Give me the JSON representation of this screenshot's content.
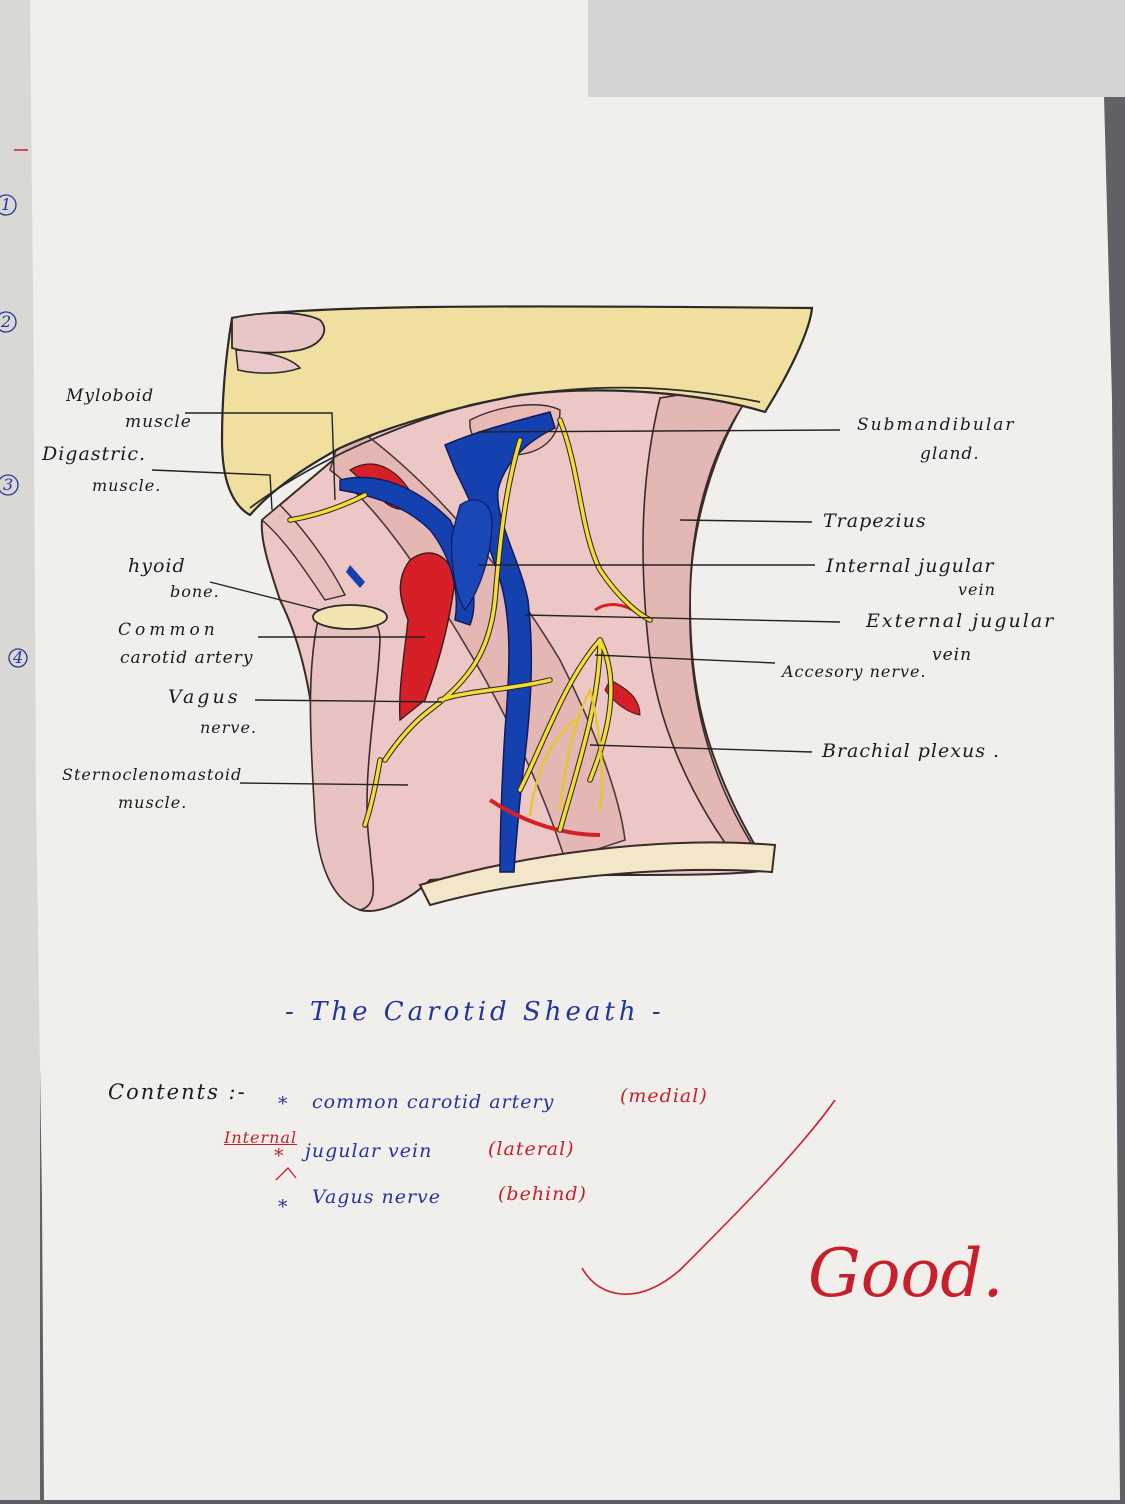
{
  "diagram": {
    "labels_left": {
      "mylohoid_1": "Myloboid",
      "mylohoid_2": "muscle",
      "digastric_1": "Digastric.",
      "digastric_2": "muscle.",
      "hyoid_1": "hyoid",
      "hyoid_2": "bone.",
      "carotid_1": "Common",
      "carotid_2": "carotid artery",
      "vagus_1": "Vagus",
      "vagus_2": "nerve.",
      "scm_1": "Sternoclenomastoid",
      "scm_2": "muscle."
    },
    "labels_right": {
      "submandibular_1": "Submandibular",
      "submandibular_2": "gland.",
      "trapezius": "Trapezius",
      "ijv_1": "Internal jugular",
      "ijv_2": "vein",
      "ejv_1": "External jugular",
      "ejv_2": "vein",
      "accessory": "Accesory nerve.",
      "brachial": "Brachial plexus ."
    }
  },
  "notes": {
    "title": "- The Carotid Sheath -",
    "contents_label": "Contents :-",
    "items": [
      {
        "bullet": "*",
        "prefix": "",
        "text": "common carotid artery",
        "detail": "(medial)"
      },
      {
        "bullet": "*",
        "prefix": "Internal",
        "text": "jugular vein",
        "detail": "(lateral)"
      },
      {
        "bullet": "*",
        "prefix": "",
        "text": "Vagus nerve",
        "detail": "(behind)"
      }
    ],
    "grade": "Good."
  },
  "margin_numbers": [
    "1",
    "2",
    "3",
    "4"
  ],
  "colors": {
    "paper": "#f1f0ee",
    "ink_blue": "#24359a",
    "ink_red": "#c8202a",
    "vein": "#1540b0",
    "artery": "#d61f26",
    "nerve": "#f2dc3a",
    "muscle": "#e9c2c2",
    "jaw": "#f1dfa0"
  }
}
